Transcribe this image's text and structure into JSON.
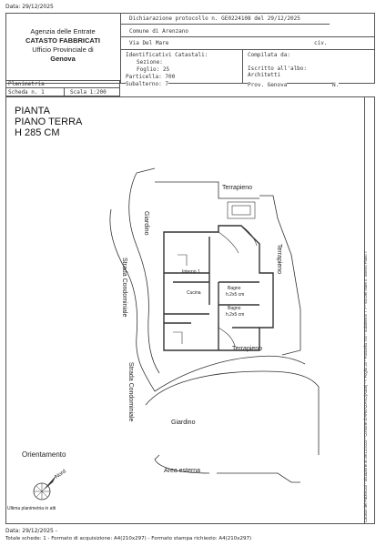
{
  "top_date": "Data: 29/12/2025",
  "agency": {
    "line1": "Agenzia delle Entrate",
    "line2": "CATASTO FABBRICATI",
    "line3": "Ufficio Provinciale di",
    "line4": "Genova"
  },
  "declaration": {
    "protocol": "Dichiarazione protocollo n. GE0224108 del  29/12/2025",
    "comune": "Comune di Arenzano",
    "street": "Via Del Mare",
    "civ": "civ."
  },
  "identifiers": {
    "heading": "Identificativi Catastali:",
    "sezione_label": "Sezione:",
    "sezione_value": "",
    "foglio": "Foglio: 25",
    "particella": "Particella: 700",
    "subalterno": "Subalterno: 7"
  },
  "compiled": {
    "heading": "Compilata da:",
    "role1": "Iscritto all'albo:",
    "role2": "Architetti",
    "prov": "Prov. Genova",
    "n": "N."
  },
  "sheet": {
    "planimetria": "Planimetria",
    "scheda": "Scheda n. 1",
    "scala": "Scala 1:200"
  },
  "plan": {
    "title1": "PIANTA",
    "title2": "PIANO TERRA",
    "title3": "H 285 CM",
    "labels": {
      "terrapieno_top": "Terrapieno",
      "terrapieno_right": "Terrapieno",
      "terrapieno_bottom": "Terrapieno",
      "giardino_left": "Giardino",
      "giardino_bottom": "Giardino",
      "strada1": "Strada Condominiale",
      "strada2": "Strada Condominiale",
      "area_esterna": "Area esterna",
      "interno": "Interno 1",
      "cucina": "Cucina",
      "bagno1": "Bagno",
      "bagno1_h": "h.2x5 cm",
      "bagno2": "Bagno",
      "bagno2_h": "h.2x5 cm"
    },
    "orientamento": "Orientamento",
    "nord": "Nord",
    "last_plan": "Ultima planimetria in atti"
  },
  "footer": {
    "date": "Data: 29/12/2025 -",
    "line": "Totale schede: 1 - Formato di acquisizione: A4(210x297) - Formato stampa richiesto: A4(210x297)"
  },
  "side_text": "Catasto dei Fabbricati - Situazione al 29/12/2025 - Comune di ARENZANO(A388) - < Foglio 25 - Particella 700 - Subalterno 7 > - Via Del Mare n. Interno Piano T",
  "colors": {
    "line": "#555555",
    "plan_line": "#333333",
    "text": "#222222"
  }
}
